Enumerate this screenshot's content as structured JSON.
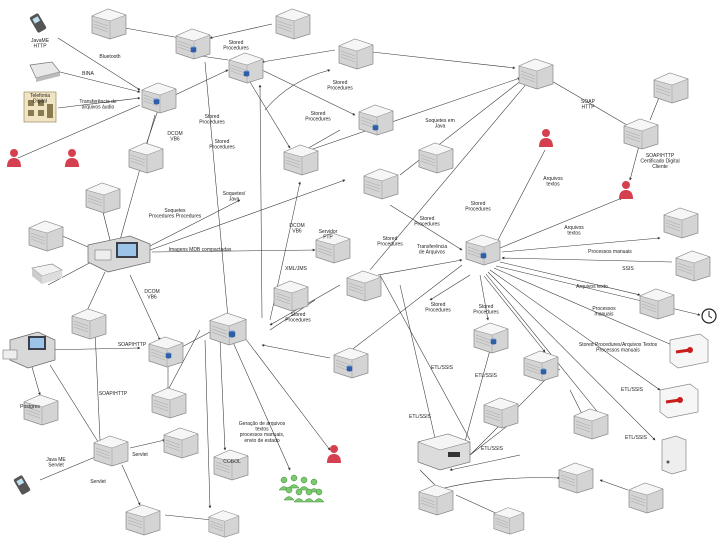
{
  "colors": {
    "server_top": "#f4f4f4",
    "server_side": "#c9c9c9",
    "db": "#2c5fa8",
    "user": "#d4404f",
    "edge": "#333333",
    "label": "#222222",
    "alert": "#c81e1e"
  },
  "icons": [
    "server-icon",
    "database-icon",
    "phone-icon",
    "fax-icon",
    "building-icon",
    "user-icon",
    "workstation-icon",
    "user-group-icon",
    "clock-icon",
    "alert-box-icon"
  ],
  "labels": [
    {
      "id": "l1",
      "text": "JavaME\nHTTP"
    },
    {
      "id": "l2",
      "text": "Bluetooth"
    },
    {
      "id": "l3",
      "text": "BINA"
    },
    {
      "id": "l4",
      "text": "Transferência de\narquivos áudio"
    },
    {
      "id": "l5",
      "text": "Stored\nProcedures"
    },
    {
      "id": "l6",
      "text": "Stored\nProcedures"
    },
    {
      "id": "l7",
      "text": "Stored\nProcedures"
    },
    {
      "id": "l8",
      "text": "Stored\nProcedures"
    },
    {
      "id": "l9",
      "text": "Stored\nProcedures"
    },
    {
      "id": "l10",
      "text": "DCOM\nVB6"
    },
    {
      "id": "l11",
      "text": "Soquetes em\nJava"
    },
    {
      "id": "l12",
      "text": "SOAP\nHTTP"
    },
    {
      "id": "l13",
      "text": "SOAP/HTTP\nCertificado Digital\nCliente"
    },
    {
      "id": "l14",
      "text": "Arquivos\ntextos"
    },
    {
      "id": "l15",
      "text": "Soquetes/\nJava"
    },
    {
      "id": "l16",
      "text": "Soquetes\nProcedures Procedures"
    },
    {
      "id": "l17",
      "text": "Imagens MDB compactadas"
    },
    {
      "id": "l18",
      "text": "DCOM\nVB6"
    },
    {
      "id": "l19",
      "text": "Servidor\nFTP"
    },
    {
      "id": "l20",
      "text": "XML/JMS"
    },
    {
      "id": "l21",
      "text": "Stored\nProcedures"
    },
    {
      "id": "l22",
      "text": "Stored\nProcedures"
    },
    {
      "id": "l23",
      "text": "Transferência\nde Arquivos"
    },
    {
      "id": "l24",
      "text": "Stored\nProcedures"
    },
    {
      "id": "l25",
      "text": "Arquivos\ntextos"
    },
    {
      "id": "l26",
      "text": "Processos manuais"
    },
    {
      "id": "l27",
      "text": "SSIS"
    },
    {
      "id": "l28",
      "text": "Arquivos texto"
    },
    {
      "id": "l29",
      "text": "Processos\nmanuais"
    },
    {
      "id": "l30",
      "text": "DCOM\nVB6"
    },
    {
      "id": "l31",
      "text": "SOAP/HTTP"
    },
    {
      "id": "l32",
      "text": "Stored\nProcedures"
    },
    {
      "id": "l33",
      "text": "Stored\nProcedures"
    },
    {
      "id": "l34",
      "text": "Stored\nProcedures"
    },
    {
      "id": "l35",
      "text": "Stored Procedures/Arquivos Textos\nProcessos manuais"
    },
    {
      "id": "l36",
      "text": "SOAP/HTTP"
    },
    {
      "id": "l37",
      "text": "ETL/SSIS"
    },
    {
      "id": "l38",
      "text": "ETL/SSIS"
    },
    {
      "id": "l39",
      "text": "ETL/SSIS"
    },
    {
      "id": "l40",
      "text": "ETL/SSIS"
    },
    {
      "id": "l41",
      "text": "ETL/SSIS"
    },
    {
      "id": "l42",
      "text": "ETL/SSIS"
    },
    {
      "id": "l43",
      "text": "Geração de arquivos\ntextos\nprocessos manuais,\nenvio de estado"
    },
    {
      "id": "l44",
      "text": "Java ME\nServlet"
    },
    {
      "id": "l45",
      "text": "Servlet"
    },
    {
      "id": "l46",
      "text": "Servlet"
    },
    {
      "id": "l47",
      "text": "Postgres"
    },
    {
      "id": "l48",
      "text": "COBOL"
    },
    {
      "id": "l49",
      "text": "Telefonia\nDigital"
    }
  ]
}
